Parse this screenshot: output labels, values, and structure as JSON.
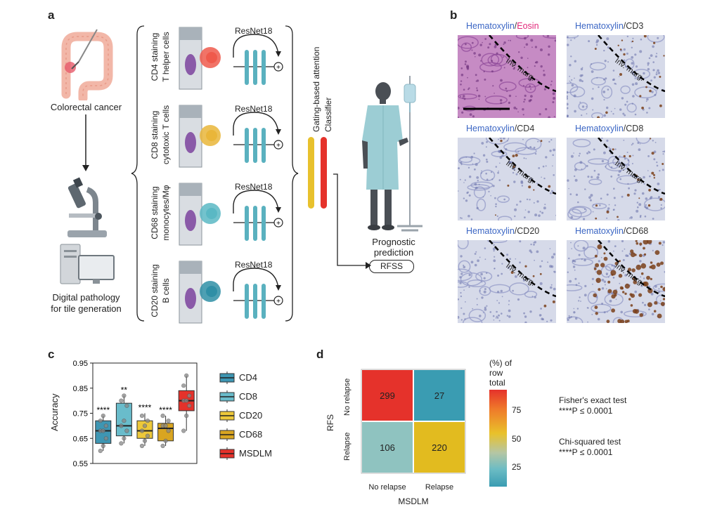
{
  "panel_a": {
    "label": "a",
    "colorectal_caption": "Colorectal cancer",
    "digital_caption_line1": "Digital pathology",
    "digital_caption_line2": "for tile generation",
    "stains": [
      {
        "line1": "CD4 staining",
        "line2": "T helper cells",
        "model": "ResNet18",
        "cell_color": "#ef5a4c"
      },
      {
        "line1": "CD8 staining",
        "line2": "cytotoxic T cells",
        "model": "ResNet18",
        "cell_color": "#e9b63a"
      },
      {
        "line1": "CD68 staining",
        "line2": "monocytes/Mφ",
        "model": "ResNet18",
        "cell_color": "#5ab8c4"
      },
      {
        "line1": "CD20 staining",
        "line2": "B cells",
        "model": "ResNet18",
        "cell_color": "#2f8fa6"
      }
    ],
    "attention_label": "Gating-based attention",
    "classifier_label": "Classifier",
    "prognostic_line1": "Prognostic",
    "prognostic_line2": "prediction",
    "output_box": "RFSS",
    "colors": {
      "attention_bar": "#e8c12d",
      "classifier_bar": "#e5322b",
      "resnet_bar": "#5ab1bf"
    }
  },
  "panel_b": {
    "label": "b",
    "tiles": [
      {
        "stain_a": "Hematoxylin",
        "sep": "/",
        "stain_b": "Eosin",
        "stain_b_color": "pink",
        "annotation": "Inv. marg."
      },
      {
        "stain_a": "Hematoxylin",
        "sep": "/",
        "stain_b": "CD3",
        "stain_b_color": "brown",
        "annotation": "Inv. marg."
      },
      {
        "stain_a": "Hematoxylin",
        "sep": "/",
        "stain_b": "CD4",
        "stain_b_color": "brown",
        "annotation": "Inv. marg."
      },
      {
        "stain_a": "Hematoxylin",
        "sep": "/",
        "stain_b": "CD8",
        "stain_b_color": "brown",
        "annotation": "Inv. marg."
      },
      {
        "stain_a": "Hematoxylin",
        "sep": "/",
        "stain_b": "CD20",
        "stain_b_color": "brown",
        "annotation": "Inv. marg."
      },
      {
        "stain_a": "Hematoxylin",
        "sep": "/",
        "stain_b": "CD68",
        "stain_b_color": "brown",
        "annotation": "Inv. marg."
      }
    ]
  },
  "panel_c": {
    "label": "c",
    "ylabel": "Accuracy",
    "yticks": [
      "0.95",
      "0.85",
      "0.75",
      "0.65",
      "0.55"
    ],
    "legend": [
      {
        "name": "CD4",
        "color": "#3e96b3"
      },
      {
        "name": "CD8",
        "color": "#69bccb"
      },
      {
        "name": "CD20",
        "color": "#edc83a"
      },
      {
        "name": "CD68",
        "color": "#d9a521"
      },
      {
        "name": "MSDLM",
        "color": "#e5322b"
      }
    ],
    "significance": [
      "****",
      "**",
      "****",
      "****",
      ""
    ]
  },
  "panel_d": {
    "label": "d",
    "ylabel": "RFS",
    "xlabel": "MSDLM",
    "row_labels": [
      "No relapse",
      "Relapse"
    ],
    "col_labels": [
      "No relapse",
      "Relapse"
    ],
    "colorbar_title_1": "(%) of",
    "colorbar_title_2": "row",
    "colorbar_title_3": "total",
    "colorbar_ticks": [
      "75",
      "50",
      "25"
    ],
    "stats": {
      "fisher_title": "Fisher's exact test",
      "fisher_value": "****P ≤ 0.0001",
      "chi_title": "Chi-squared test",
      "chi_value": "****P ≤ 0.0001"
    }
  },
  "chart_data": [
    {
      "type": "box",
      "ylabel": "Accuracy",
      "ylim": [
        0.55,
        0.95
      ],
      "categories": [
        "CD4",
        "CD8",
        "CD20",
        "CD68",
        "MSDLM"
      ],
      "series": [
        {
          "name": "CD4",
          "min": 0.6,
          "q1": 0.63,
          "median": 0.68,
          "q3": 0.72,
          "max": 0.74,
          "points": [
            0.6,
            0.62,
            0.65,
            0.68,
            0.68,
            0.7,
            0.72,
            0.74
          ]
        },
        {
          "name": "CD8",
          "min": 0.63,
          "q1": 0.66,
          "median": 0.7,
          "q3": 0.79,
          "max": 0.82,
          "points": [
            0.63,
            0.65,
            0.68,
            0.7,
            0.72,
            0.78,
            0.8,
            0.82
          ]
        },
        {
          "name": "CD20",
          "min": 0.62,
          "q1": 0.65,
          "median": 0.68,
          "q3": 0.72,
          "max": 0.75,
          "points": [
            0.62,
            0.64,
            0.66,
            0.68,
            0.7,
            0.72,
            0.74
          ]
        },
        {
          "name": "CD68",
          "min": 0.62,
          "q1": 0.64,
          "median": 0.69,
          "q3": 0.71,
          "max": 0.74,
          "points": [
            0.62,
            0.64,
            0.68,
            0.7,
            0.7,
            0.72,
            0.74
          ]
        },
        {
          "name": "MSDLM",
          "min": 0.68,
          "q1": 0.76,
          "median": 0.8,
          "q3": 0.84,
          "max": 0.9,
          "points": [
            0.68,
            0.74,
            0.78,
            0.8,
            0.8,
            0.82,
            0.86,
            0.9
          ]
        }
      ]
    },
    {
      "type": "heatmap",
      "xlabel": "MSDLM",
      "ylabel": "RFS",
      "rows": [
        "No relapse",
        "Relapse"
      ],
      "cols": [
        "No relapse",
        "Relapse"
      ],
      "values": [
        [
          299,
          27
        ],
        [
          106,
          220
        ]
      ],
      "row_percent": [
        [
          91.7,
          8.3
        ],
        [
          32.5,
          67.5
        ]
      ]
    }
  ]
}
